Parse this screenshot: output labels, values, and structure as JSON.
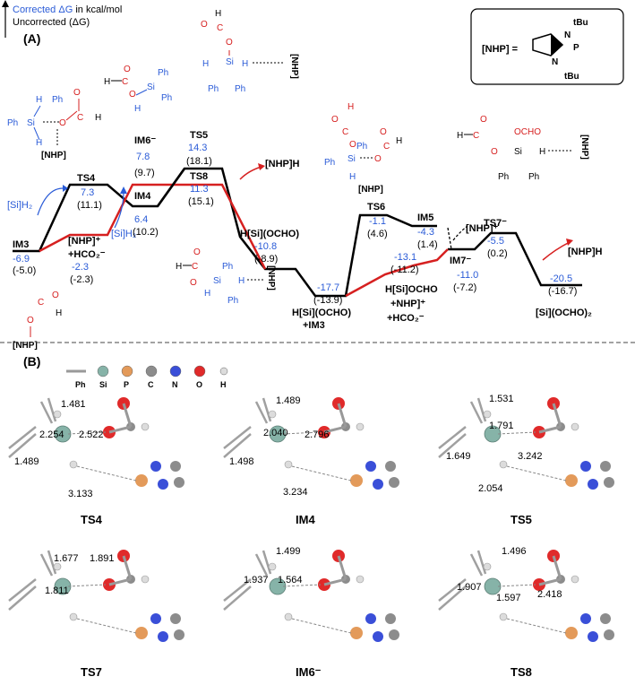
{
  "legend": {
    "corrected_prefix": "Corrected ΔG",
    "corrected_suffix": " in kcal/mol",
    "uncorrected": "Uncorrected (ΔG)"
  },
  "panel_a_label": "(A)",
  "panel_b_label": "(B)",
  "nhp_box": {
    "label": "[NHP] =",
    "tbu1": "tBu",
    "tbu2": "tBu",
    "n1": "N",
    "n2": "N",
    "p": "P"
  },
  "profile": {
    "states": [
      {
        "id": "IM3",
        "name": "IM3",
        "corrected": "-6.9",
        "uncorrected": "(-5.0)"
      },
      {
        "id": "TS4",
        "name": "TS4",
        "corrected": "7.3",
        "uncorrected": "(11.1)"
      },
      {
        "id": "IM4",
        "name": "IM4",
        "corrected": "6.4",
        "uncorrected": "(10.2)"
      },
      {
        "id": "IM6",
        "name": "IM6⁻",
        "corrected": "7.8",
        "uncorrected": "(9.7)"
      },
      {
        "id": "TS5",
        "name": "TS5",
        "corrected": "14.3",
        "uncorrected": "(18.1)"
      },
      {
        "id": "TS8",
        "name": "TS8",
        "corrected": "11.3",
        "uncorrected": "(15.1)"
      },
      {
        "id": "NHPplus",
        "name": "[NHP]⁺",
        "name2": "+HCO₂⁻",
        "corrected": "-2.3",
        "uncorrected": "(-2.3)"
      },
      {
        "id": "HSiOCHO",
        "name": "H[Si](OCHO)",
        "corrected": "-10.8",
        "uncorrected": "(-8.9)"
      },
      {
        "id": "HSiIM3",
        "name": "H[Si](OCHO)",
        "name2": "+IM3",
        "corrected": "-17.7",
        "uncorrected": "(-13.9)"
      },
      {
        "id": "TS6",
        "name": "TS6",
        "corrected": "-1.1",
        "uncorrected": "(4.6)"
      },
      {
        "id": "IM5",
        "name": "IM5",
        "corrected": "-4.3",
        "uncorrected": "(1.4)"
      },
      {
        "id": "HSiNHP",
        "name": "H[Si]OCHO",
        "name2": "+NHP]⁺",
        "name3": "+HCO₂⁻",
        "corrected": "-13.1",
        "uncorrected": "(-11.2)"
      },
      {
        "id": "IM7",
        "name": "IM7⁻",
        "corrected": "-11.0",
        "uncorrected": "(-7.2)"
      },
      {
        "id": "TS7",
        "name": "TS7⁻",
        "corrected": "-5.5",
        "uncorrected": "(0.2)"
      },
      {
        "id": "SiOCHO2",
        "name": "[Si](OCHO)₂",
        "corrected": "-20.5",
        "uncorrected": "(-16.7)"
      }
    ],
    "side_labels": {
      "sih2_a": "[Si]H₂",
      "sih2_b": "[Si]H₂",
      "nhph_1": "[NHP]H",
      "nhph_2": "[NHP]H",
      "nhp_plus": "[NHP]⁺"
    }
  },
  "structures": {
    "nhp": "[NHP]",
    "ph": "Ph",
    "si": "Si",
    "h": "H",
    "o": "O",
    "c": "C",
    "ocho": "OCHO"
  },
  "atom_legend": [
    {
      "name": "Ph",
      "color": "#9a9a9a"
    },
    {
      "name": "Si",
      "color": "#86b3a8"
    },
    {
      "name": "P",
      "color": "#e39a5a"
    },
    {
      "name": "C",
      "color": "#8c8c8c"
    },
    {
      "name": "N",
      "color": "#3a4fd8"
    },
    {
      "name": "O",
      "color": "#e02a2a"
    },
    {
      "name": "H",
      "color": "#dcdcdc"
    }
  ],
  "geometries": [
    {
      "name": "TS4",
      "distances": [
        "1.481",
        "2.254",
        "2.522",
        "1.489",
        "3.133"
      ]
    },
    {
      "name": "IM4",
      "distances": [
        "1.489",
        "2.040",
        "2.796",
        "1.498",
        "3.234"
      ]
    },
    {
      "name": "TS5",
      "distances": [
        "1.531",
        "1.791",
        "1.649",
        "3.242",
        "2.054"
      ]
    },
    {
      "name": "TS7",
      "distances": [
        "1.677",
        "1.891",
        "1.811"
      ]
    },
    {
      "name": "IM6⁻",
      "distances": [
        "1.499",
        "1.937",
        "1.564"
      ]
    },
    {
      "name": "TS8",
      "distances": [
        "1.496",
        "1.907",
        "1.597",
        "2.418"
      ]
    }
  ],
  "colors": {
    "blue": "#2a5bd7",
    "red": "#d62020",
    "black": "#000000"
  }
}
